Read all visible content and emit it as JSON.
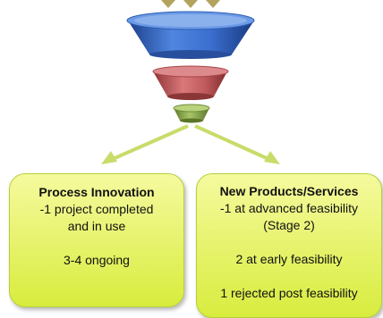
{
  "boxes": {
    "process": {
      "title": "Process Innovation",
      "line1": "-1 project completed",
      "line2": "and in use",
      "line3": "3-4 ongoing"
    },
    "products": {
      "title": "New Products/Services",
      "line1": "-1 at advanced feasibility",
      "line2": "(Stage 2)",
      "line3": "2 at early feasibility",
      "line4": "1 rejected post feasibility"
    }
  },
  "colors": {
    "funnel_top": "#3a6fd0",
    "funnel_middle": "#c96063",
    "funnel_bottom": "#8fad4c",
    "input_arrows": "#b3a35c",
    "arrows": "#c8dc6a",
    "box_fill": "#e8f56a",
    "box_border": "#b6cf3a"
  }
}
